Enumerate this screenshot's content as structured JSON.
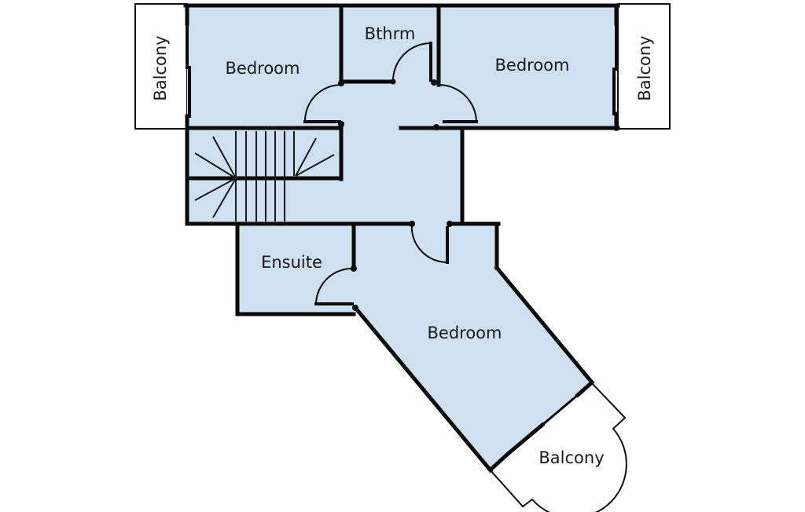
{
  "floorplan": {
    "colors": {
      "room_fill": "#cfe1f0",
      "wall": "#0a0a0a",
      "balcony_fill": "#ffffff",
      "background": "#ffffff"
    },
    "rooms": {
      "bedroom_top_left": {
        "label": "Bedroom"
      },
      "bathroom": {
        "label": "Bthrm"
      },
      "bedroom_top_right": {
        "label": "Bedroom"
      },
      "ensuite": {
        "label": "Ensuite"
      },
      "bedroom_bottom": {
        "label": "Bedroom"
      }
    },
    "balconies": {
      "left": {
        "label": "Balcony"
      },
      "right": {
        "label": "Balcony"
      },
      "bottom": {
        "label": "Balcony"
      }
    }
  }
}
